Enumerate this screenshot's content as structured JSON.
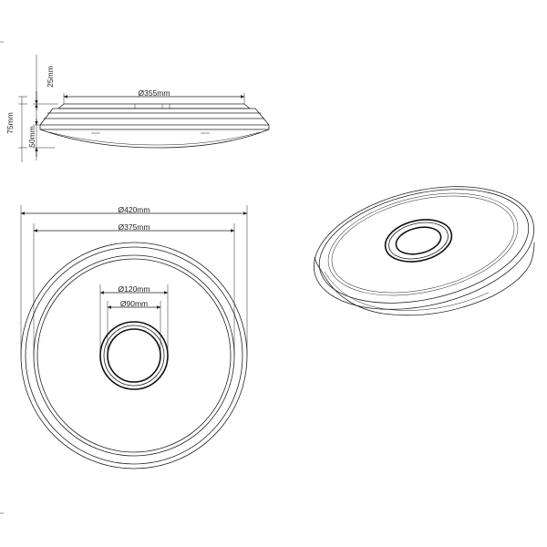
{
  "side_view": {
    "width": "Ø355mm",
    "height_top": "25mm",
    "height_total": "75mm",
    "height_bottom": "50mm"
  },
  "plan_view": {
    "outer": "Ø420mm",
    "inner": "Ø375mm",
    "ring_outer": "Ø120mm",
    "ring_inner": "Ø90mm"
  }
}
